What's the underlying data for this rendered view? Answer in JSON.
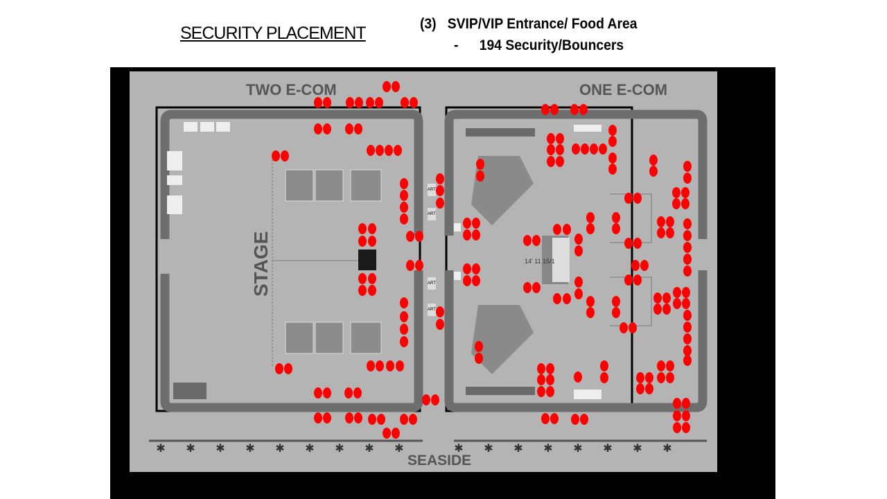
{
  "slide": {
    "title": "SECURITY PLACEMENT",
    "section_number": "(3)",
    "section_title": "SVIP/VIP Entrance/ Food Area",
    "bullet": "-",
    "detail": "194 Security/Bouncers"
  },
  "map": {
    "labels": {
      "north_left": "TWO E-COM",
      "north_right": "ONE E-COM",
      "stage": "STAGE",
      "south": "SEASIDE",
      "art": "ART",
      "seats": "14' 11 15/1"
    },
    "colors": {
      "security_marker": "#ff0000",
      "ground": "#b4b4b4",
      "road": "#6e6e6e",
      "frame": "#000000"
    }
  }
}
